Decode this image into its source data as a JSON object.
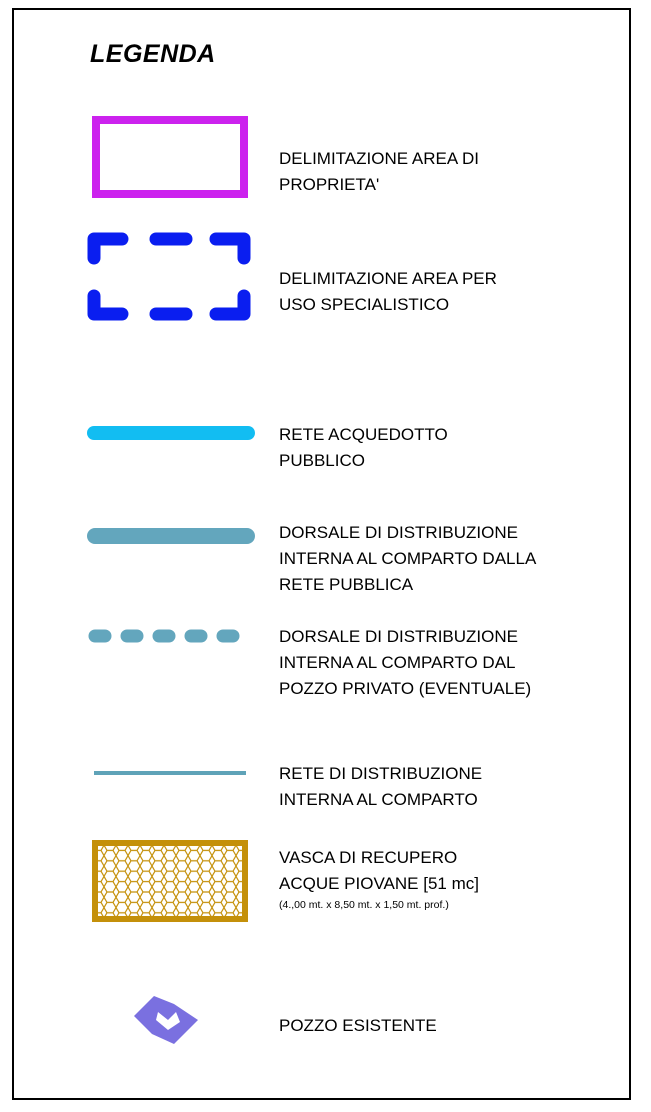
{
  "legend": {
    "title": "LEGENDA",
    "items": [
      {
        "lines": [
          "DELIMITAZIONE AREA DI",
          "PROPRIETA'"
        ],
        "color": "#cc22ee"
      },
      {
        "lines": [
          "DELIMITAZIONE AREA PER",
          "USO SPECIALISTICO"
        ],
        "color": "#0a1ef0"
      },
      {
        "lines": [
          "RETE ACQUEDOTTO",
          "PUBBLICO"
        ],
        "color": "#12bdf2"
      },
      {
        "lines": [
          "DORSALE DI DISTRIBUZIONE",
          "INTERNA AL COMPARTO DALLA",
          "RETE PUBBLICA"
        ],
        "color": "#63a6bd"
      },
      {
        "lines": [
          "DORSALE DI DISTRIBUZIONE",
          "INTERNA AL COMPARTO DAL",
          "POZZO PRIVATO (EVENTUALE)"
        ],
        "color": "#63a6bd"
      },
      {
        "lines": [
          "RETE DI DISTRIBUZIONE",
          "INTERNA AL COMPARTO"
        ],
        "color": "#5fa3b8"
      },
      {
        "lines": [
          "VASCA DI RECUPERO",
          "ACQUE PIOVANE [51 mc]"
        ],
        "note": "(4.,00 mt. x 8,50 mt. x 1,50 mt. prof.)",
        "color": "#c4900a"
      },
      {
        "lines": [
          "POZZO ESISTENTE"
        ],
        "color": "#7a70e0"
      }
    ]
  }
}
